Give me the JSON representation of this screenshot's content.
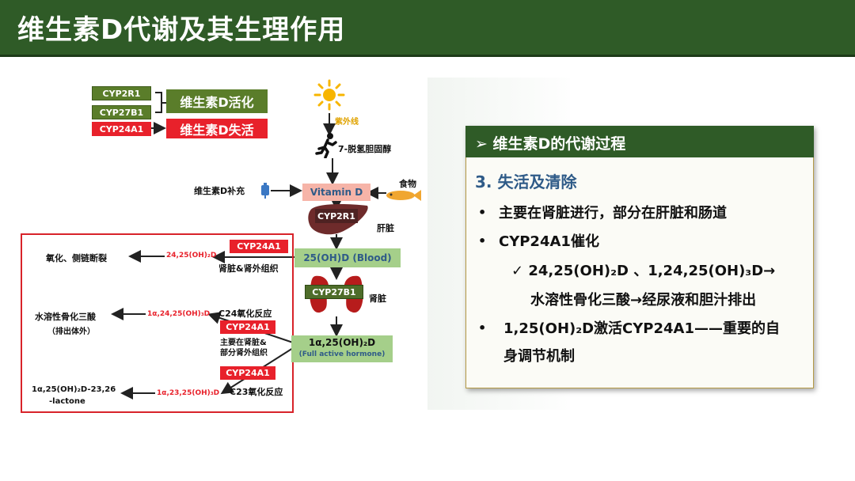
{
  "slide": {
    "title": "维生素D代谢及其生理作用"
  },
  "diagram": {
    "legend": {
      "cyp2r1": "CYP2R1",
      "cyp27b1": "CYP27B1",
      "activation": "维生素D活化",
      "cyp24a1": "CYP24A1",
      "inactivation": "维生素D失活"
    },
    "uv_label": "紫外线",
    "dehydro_label": "7-脱氢胆固醇",
    "supplement_label": "维生素D补充",
    "food_label": "食物",
    "vitamin_d": "Vitamin D",
    "liver_enzyme": "CYP2R1",
    "liver_label": "肝脏",
    "blood_25ohd": "25(OH)D (Blood)",
    "kidney_enzyme": "CYP27B1",
    "kidney_label": "肾脏",
    "active_hormone_1": "1α,25(OH)₂D",
    "active_hormone_2": "(Full active hormone)",
    "left": {
      "enzyme_1": "CYP24A1",
      "product_1": "24,25(OH)₂D",
      "result_1": "氧化、侧链断裂",
      "site_1": "肾脏&肾外组织",
      "reaction_2": "C24氧化反应",
      "product_2": "1α,24,25(OH)₃D",
      "result_2a": "水溶性骨化三酸",
      "result_2b": "（排出体外）",
      "enzyme_2": "CYP24A1",
      "site_2a": "主要在肾脏&",
      "site_2b": "部分肾外组织",
      "enzyme_3": "CYP24A1",
      "product_3": "1α,23,25(OH)₃D",
      "reaction_3": "C23氧化反应",
      "result_3a": "1α,25(OH)₂D-23,26",
      "result_3b": "-lactone"
    }
  },
  "panel": {
    "header": "➢ 维生素D的代谢过程",
    "section": "3. 失活及清除",
    "bullet_1": "主要在肾脏进行，部分在肝脏和肠道",
    "bullet_2": "CYP24A1催化",
    "check_1": "✓  24,25(OH)₂D 、1,24,25(OH)₃D→",
    "check_2": "水溶性骨化三酸→经尿液和胆汁排出",
    "bullet_3a": "1,25(OH)₂D激活CYP24A1——重要的自",
    "bullet_3b": "身调节机制",
    "bullet_symbol": "•"
  }
}
